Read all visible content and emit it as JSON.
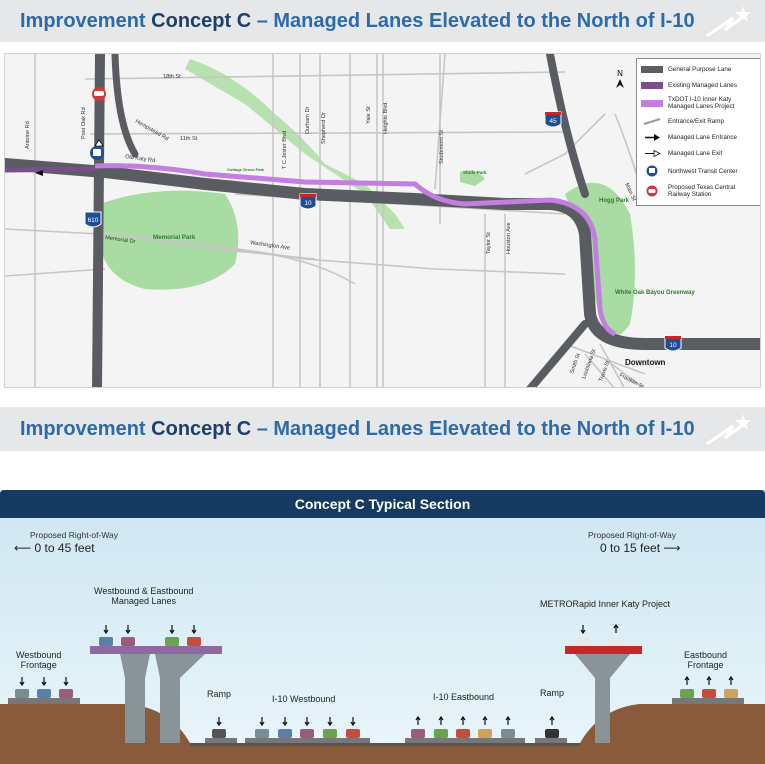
{
  "banners": {
    "top": {
      "prefix": "Improvement ",
      "emph": "Concept C",
      "suffix": " – Managed Lanes Elevated to the North of I-10"
    },
    "mid": {
      "prefix": "Improvement ",
      "emph": "Concept C",
      "suffix": " – Managed Lanes Elevated to the North of I-10"
    }
  },
  "map": {
    "streets": [
      "18th St",
      "11th St",
      "Old Katy Rd",
      "Hempstead Rd",
      "Antoine Rd",
      "Post Oak Rd",
      "T C Jester Blvd",
      "Durham Dr",
      "Shepherd Dr",
      "Yale St",
      "Heights Blvd",
      "Studemont St",
      "Taylor St",
      "Houston Ave",
      "Memorial Dr",
      "Washington Ave",
      "Main St",
      "Smith St",
      "Louisiana St",
      "Travis St",
      "Franklin St"
    ],
    "parks": [
      "Memorial Park",
      "Cottage Grove Park",
      "Stude Park",
      "Hogg Park",
      "White Oak Bayou Greenway"
    ],
    "shields": [
      "610",
      "10",
      "45",
      "10"
    ],
    "downtown": "Downtown",
    "north_arrow": "N"
  },
  "legend": [
    {
      "label": "General Purpose Lane",
      "icon": "gp-lane-swatch"
    },
    {
      "label": "Existing Managed Lanes",
      "icon": "existing-ml-swatch"
    },
    {
      "label": "TxDOT I-10 Inner Katy Managed Lanes Project",
      "icon": "project-ml-swatch"
    },
    {
      "label": "Entrance/Exit Ramp",
      "icon": "ramp-swatch"
    },
    {
      "label": "Managed Lane Entrance",
      "icon": "entrance-arrow-icon"
    },
    {
      "label": "Managed Lane Exit",
      "icon": "exit-arrow-icon"
    },
    {
      "label": "Northwest Transit Center",
      "icon": "bus-icon"
    },
    {
      "label": "Proposed Texas Central Railway Station",
      "icon": "train-icon"
    }
  ],
  "colors": {
    "gp_lane": "#595c60",
    "existing_ml": "#7a4e8c",
    "project_ml": "#c37ee0",
    "banner_title": "#2d6aa8",
    "header_bg": "#173a62"
  },
  "section": {
    "title": "Concept C Typical Section",
    "row_left_label": "Proposed Right-of-Way",
    "row_left_value": "0 to 45 feet",
    "row_right_label": "Proposed Right-of-Way",
    "row_right_value": "0 to 15 feet",
    "wb_eb_managed": "Westbound & Eastbound\nManaged Lanes",
    "wb_frontage": "Westbound\nFrontage",
    "ramp_left": "Ramp",
    "i10_wb": "I-10 Westbound",
    "i10_eb": "I-10 Eastbound",
    "ramp_right": "Ramp",
    "metro": "METRORapid Inner Katy Project",
    "eb_frontage": "Eastbound\nFrontage"
  }
}
